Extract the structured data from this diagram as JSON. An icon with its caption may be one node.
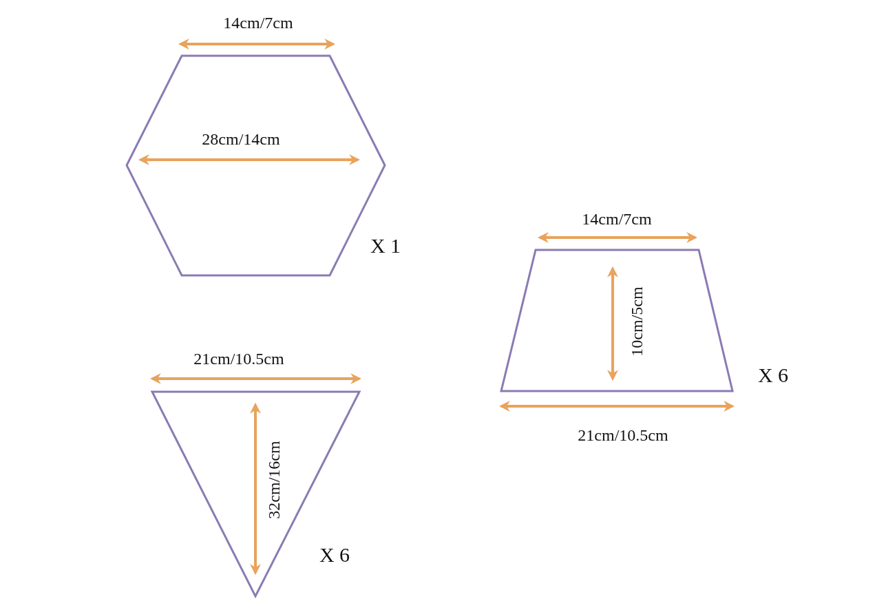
{
  "diagram": {
    "labels": [
      "14cm/7cm",
      "28cm/14cm",
      "14cm/7cm",
      "X 1",
      "10cm/5cm",
      "21cm/10.5cm",
      "X 6",
      "21cm/10.5cm",
      "32cm/16cm",
      "X 6"
    ]
  }
}
